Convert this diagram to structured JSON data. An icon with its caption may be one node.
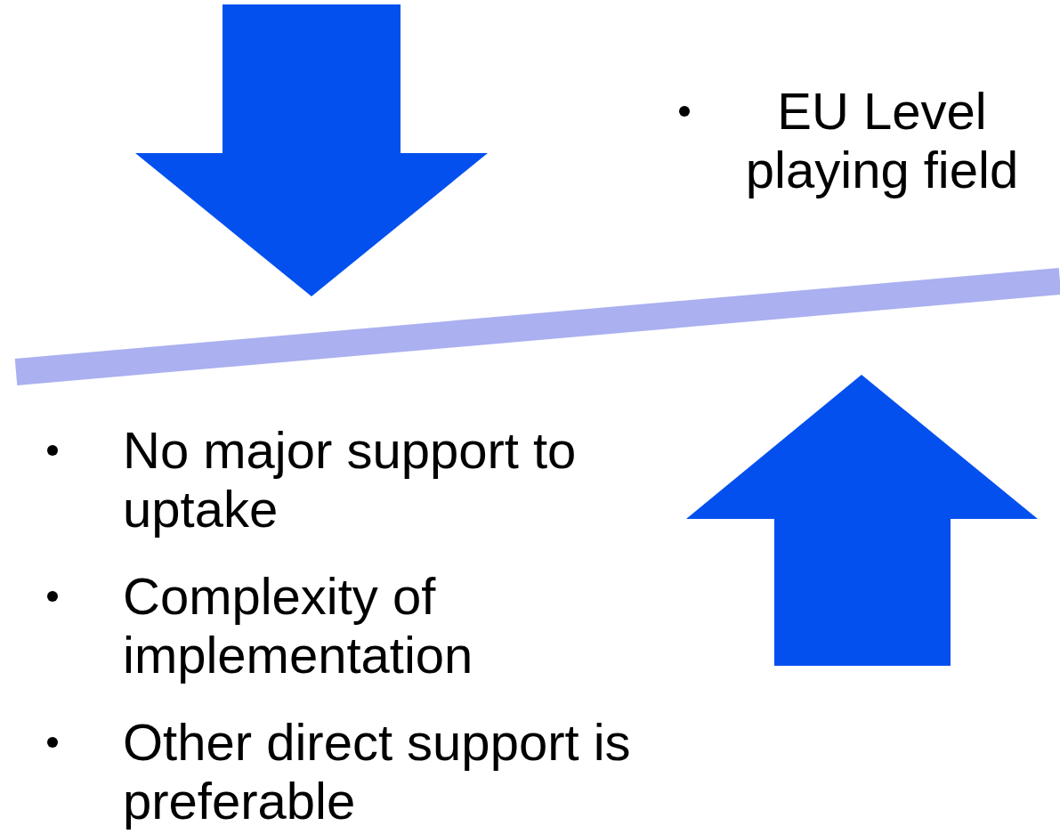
{
  "diagram": {
    "labels": [
      "EU Level playing field",
      "No major support to uptake",
      "Complexity of implementation",
      "Other direct support is preferable"
    ]
  }
}
